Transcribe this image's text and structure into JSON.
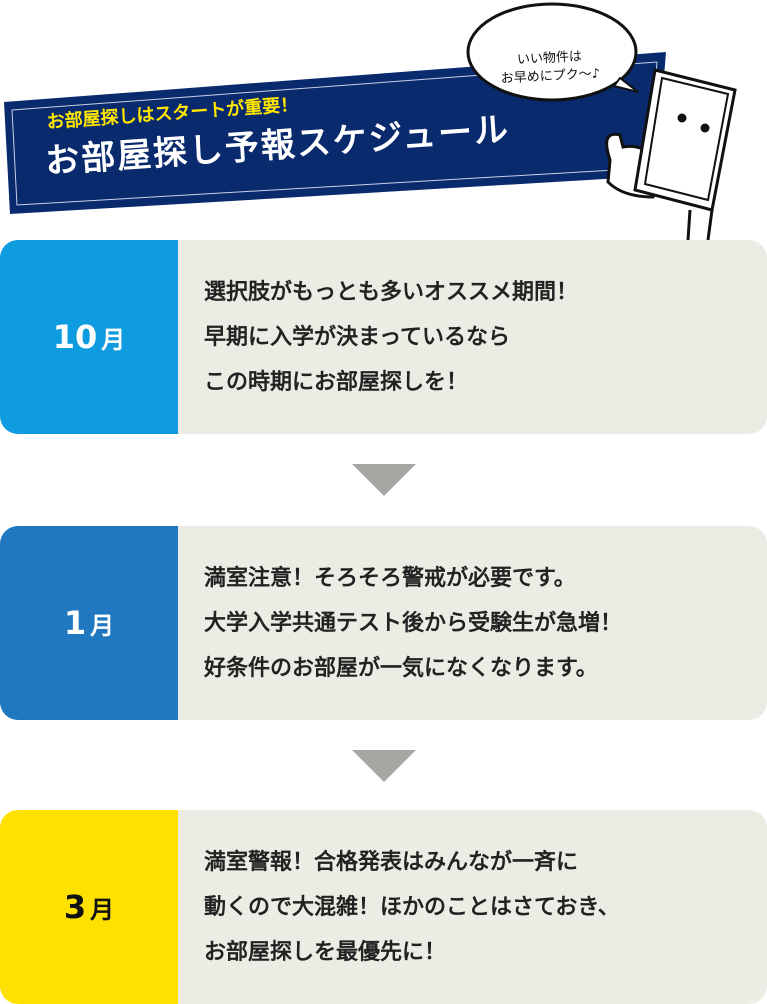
{
  "header": {
    "subtitle": "お部屋探しはスタートが重要！",
    "title": "お部屋探し予報スケジュール",
    "bubble_line1": "いい物件は",
    "bubble_line2": "お早めにプク〜♪"
  },
  "colors": {
    "navy": "#0a2a6e",
    "oct": "#0e9be0",
    "jan": "#1f78c0",
    "mar": "#ffe100",
    "card_bg": "#edece4",
    "arrow": "#a6a6a2"
  },
  "schedule": [
    {
      "month": "10",
      "unit": "月",
      "lines": [
        "選択肢がもっとも多いオススメ期間！",
        "早期に入学が決まっているなら",
        "この時期にお部屋探しを！"
      ]
    },
    {
      "month": "1",
      "unit": "月",
      "lines": [
        "満室注意！そろそろ警戒が必要です。",
        "大学入学共通テスト後から受験生が急増！",
        "好条件のお部屋が一気になくなります。"
      ]
    },
    {
      "month": "3",
      "unit": "月",
      "lines": [
        "満室警報！合格発表はみんなが一斉に",
        "動くので大混雑！ほかのことはさておき、",
        "お部屋探しを最優先に！"
      ]
    }
  ]
}
